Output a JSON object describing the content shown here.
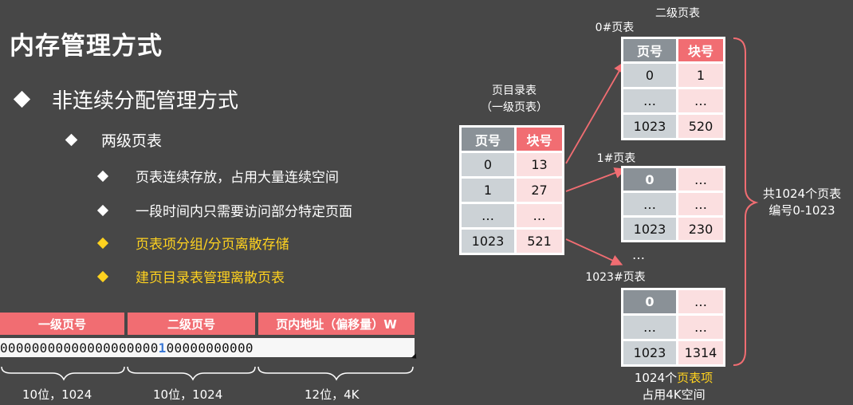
{
  "slide": {
    "title": "内存管理方式",
    "bullet1": "非连续分配管理方式",
    "bullet2": "两级页表",
    "sub_bullets": [
      "页表连续存放，占用大量连续空间",
      "一段时间内只需要访问部分特定页面",
      "页表项分组/分页离散存储",
      "建页目录表管理离散页表"
    ]
  },
  "colors": {
    "background": "#474747",
    "accent_red": "#f16d72",
    "accent_yellow": "#ffd21f",
    "header_gray": "#8a9197"
  },
  "directory": {
    "caption_line1": "页目录表",
    "caption_line2": "（一级页表）",
    "header_page": "页号",
    "header_block": "块号",
    "rows": [
      [
        "0",
        "13"
      ],
      [
        "1",
        "27"
      ],
      [
        "…",
        "…"
      ],
      [
        "1023",
        "521"
      ]
    ]
  },
  "second_level": {
    "title": "二级页表",
    "table0": {
      "label": "0#页表",
      "header_page": "页号",
      "header_block": "块号",
      "rows": [
        [
          "0",
          "1"
        ],
        [
          "…",
          "…"
        ],
        [
          "1023",
          "520"
        ]
      ]
    },
    "table1": {
      "label": "1#页表",
      "rows": [
        [
          "0",
          "…"
        ],
        [
          "…",
          "…"
        ],
        [
          "1023",
          "230"
        ]
      ]
    },
    "ellipsis": "…",
    "table1023": {
      "label": "1023#页表",
      "rows": [
        [
          "0",
          "…"
        ],
        [
          "…",
          "…"
        ],
        [
          "1023",
          "1314"
        ]
      ]
    },
    "brace_line1": "共1024个页表",
    "brace_line2": "编号0-1023",
    "bottom_pre": "1024个",
    "bottom_highlight": "页表项",
    "bottom_line2": "占用4K空间"
  },
  "address": {
    "seg1": "一级页号",
    "seg2": "二级页号",
    "seg3": "页内地址（偏移量）W",
    "bits_pre": "00000000000000000000",
    "bits_hi": "1",
    "bits_post": "00000000000",
    "len1": "10位，1024",
    "len2": "10位，1024",
    "len3": "12位，4K"
  }
}
